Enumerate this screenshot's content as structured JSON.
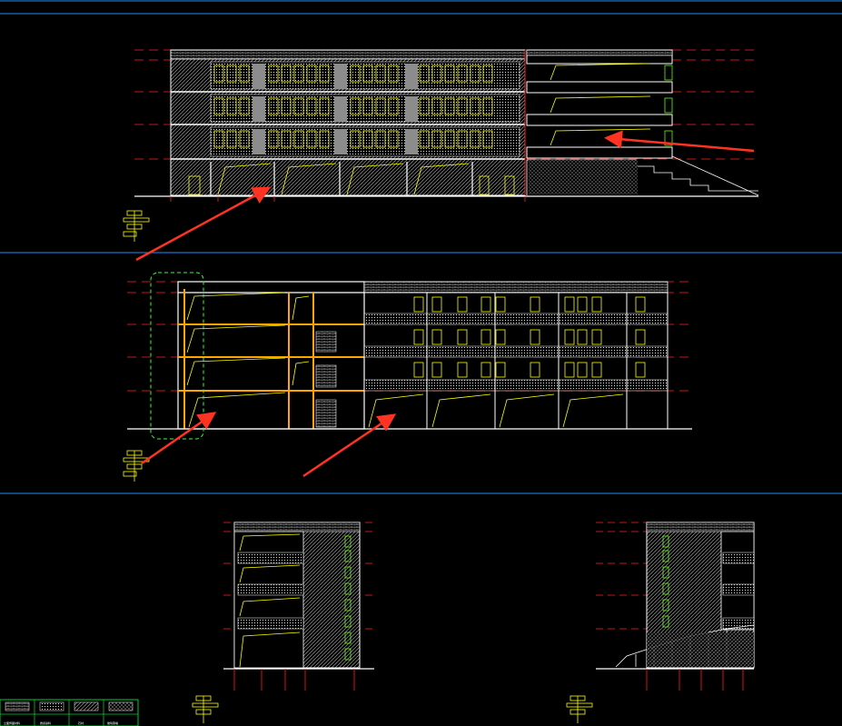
{
  "viewport": {
    "title": "",
    "background": "#000000"
  },
  "colors": {
    "wall_outline": "#ffffff",
    "axis_red": "#ff2020",
    "window_yellow": "#ffff00",
    "window_green": "#66ff00",
    "arrow": "#ff3322",
    "viewport_border": "#1e90ff",
    "legend_green": "#00cc33",
    "highlight_dashed": "#33ff33"
  },
  "icons": {
    "north_marker": "elevation-marker-icon"
  },
  "legend": {
    "items": [
      {
        "label": "立面饰面材料",
        "pattern": "brick-hatch"
      },
      {
        "label": "质感涂料",
        "pattern": "dot-hatch"
      },
      {
        "label": "石材",
        "pattern": "diag-hatch"
      },
      {
        "label": "玻璃幕墙",
        "pattern": "cross-hatch"
      }
    ]
  }
}
